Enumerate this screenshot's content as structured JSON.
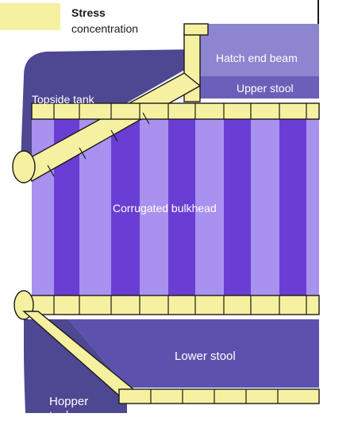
{
  "legend": {
    "title_line1": "Stress",
    "title_line2": "concentration",
    "swatch_color": "#f6f1a0"
  },
  "labels": {
    "hatch_end_beam": "Hatch end beam",
    "upper_stool": "Upper stool",
    "topside_tank": "Topside tank",
    "corrugated_bulkhead": "Corrugated bulkhead",
    "lower_stool": "Lower stool",
    "hopper_line1": "Hopper",
    "hopper_line2": "tank"
  },
  "colors": {
    "tank_dark": "#4e4792",
    "beam": "#8d85cf",
    "stool": "#6b60b9",
    "corrugation_dark": "#6a3ed3",
    "corrugation_light": "#a991ef",
    "stress_yellow": "#f6f1a0",
    "outline": "#1a1a1a"
  }
}
